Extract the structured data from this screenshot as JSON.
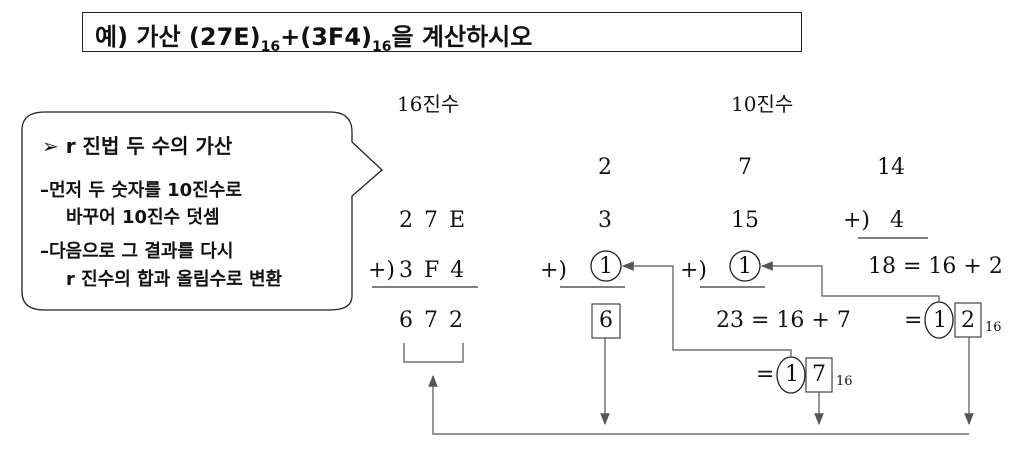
{
  "title": {
    "prefix": "예) 가산 (27E)",
    "sub1": "16",
    "mid": "+(3F4)",
    "sub2": "16",
    "suffix": "을 계산하시오"
  },
  "headers": {
    "hex": "16진수",
    "dec": "10진수"
  },
  "callout": {
    "heading": "r 진법 두 수의 가산",
    "lines": [
      "–먼저 두 숫자를 10진수로",
      "바꾸어 10진수 덧셈",
      "–다음으로 그 결과를 다시",
      "r 진수의 합과 올림수로 변환"
    ]
  },
  "hex_column": {
    "row1": "2 7 E",
    "plus": "+)",
    "row2": "3 F 4",
    "result": "6 7 2"
  },
  "dec_columns": [
    {
      "top": "2",
      "second": "3",
      "plus": "+)",
      "carry": "1",
      "result": "6"
    },
    {
      "top": "7",
      "second": "15",
      "plus": "+)",
      "carry": "1",
      "sum": "23 = 16 + 7",
      "eq": "=",
      "carry_out": "1",
      "digit": "7",
      "base": "16"
    },
    {
      "top": "14",
      "plus": "+)",
      "second": "4",
      "sum": "18 = 16 + 2",
      "eq": "=",
      "carry_out": "1",
      "digit": "2",
      "base": "16"
    }
  ]
}
